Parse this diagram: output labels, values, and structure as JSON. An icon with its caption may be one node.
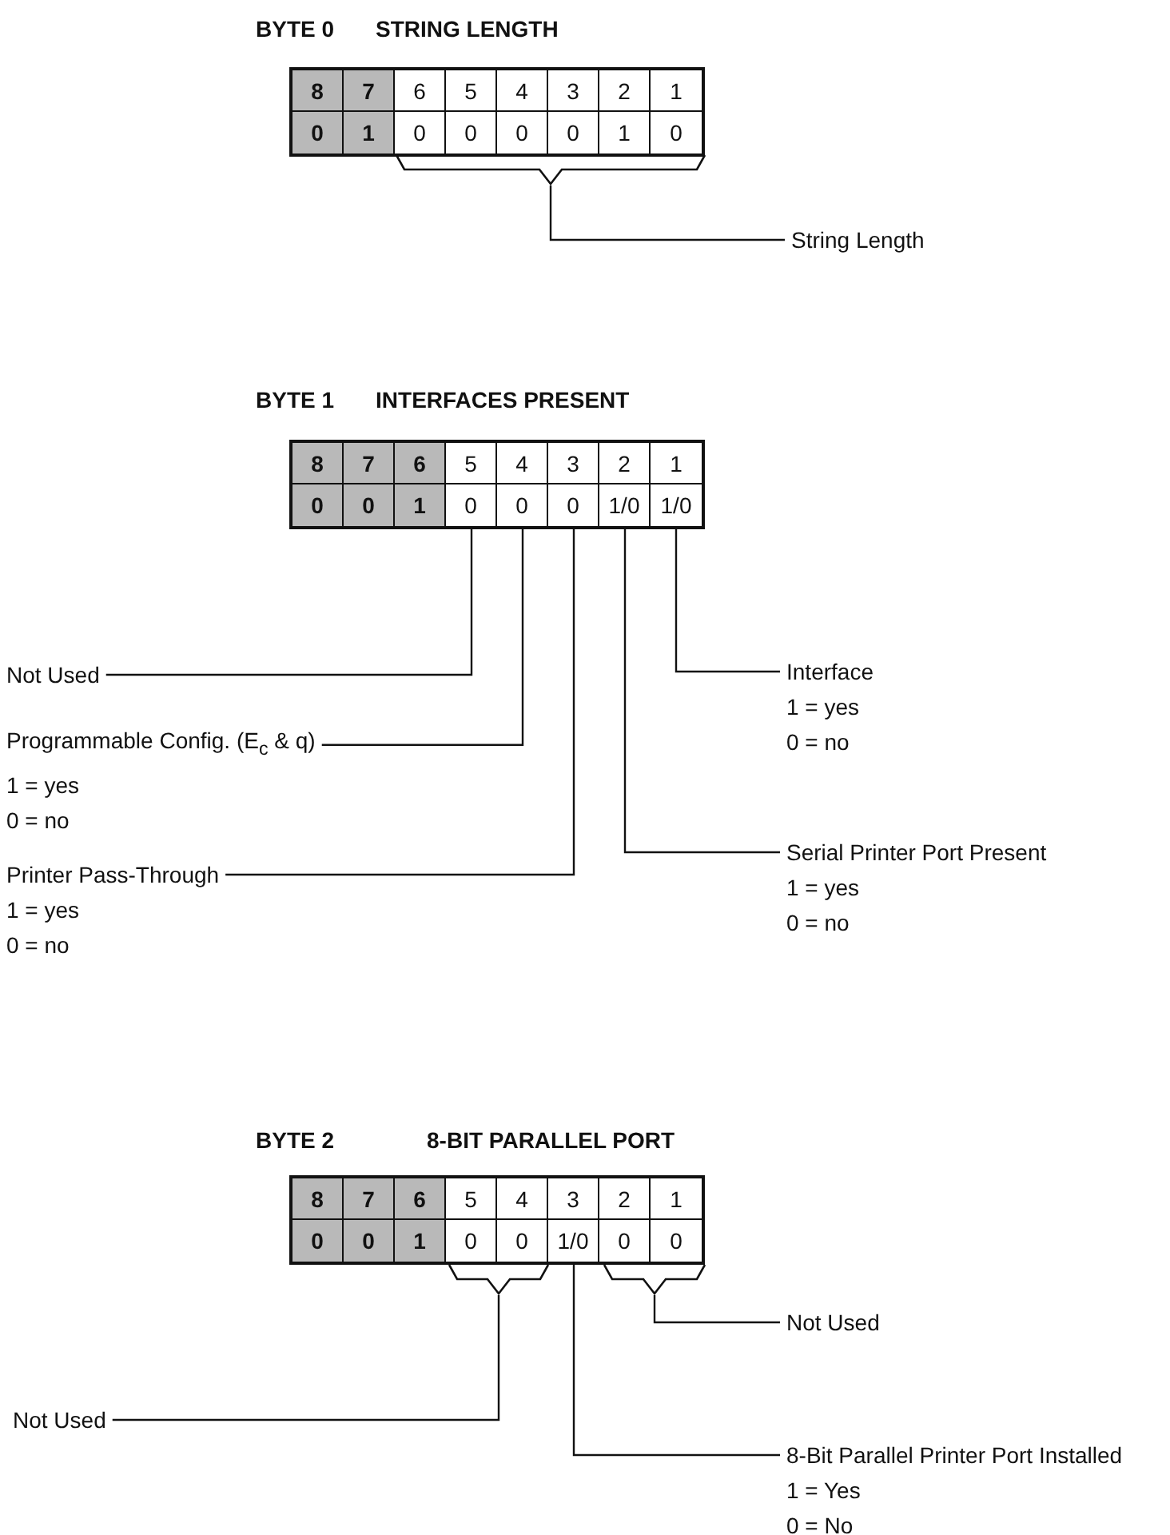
{
  "diagram": {
    "nodes": [
      {
        "text": [
          "BYTE 0",
          "STRING LENGTH"
        ]
      },
      {
        "text": [
          "8",
          "0"
        ],
        "in": 0
      },
      {
        "text": [
          "7",
          "1"
        ],
        "in": 0
      },
      {
        "text": [
          "6",
          "0"
        ],
        "in": 0
      },
      {
        "text": [
          "5",
          "0"
        ],
        "in": 0
      },
      {
        "text": [
          "4",
          "0"
        ],
        "in": 0
      },
      {
        "text": [
          "3",
          "0"
        ],
        "in": 0
      },
      {
        "text": [
          "2",
          "1"
        ],
        "in": 0
      },
      {
        "text": [
          "1",
          "0"
        ],
        "in": 0
      },
      {
        "text": [],
        "shape": "bracket"
      },
      {
        "text": [
          "String Length"
        ]
      },
      {
        "text": [
          "BYTE 1",
          "INTERFACES PRESENT"
        ]
      },
      {
        "text": [
          "8",
          "0"
        ],
        "in": 11
      },
      {
        "text": [
          "7",
          "0"
        ],
        "in": 11
      },
      {
        "text": [
          "6",
          "1"
        ],
        "in": 11
      },
      {
        "text": [
          "5",
          "0"
        ],
        "in": 11
      },
      {
        "text": [
          "4",
          "0"
        ],
        "in": 11
      },
      {
        "text": [
          "3",
          "0"
        ],
        "in": 11
      },
      {
        "text": [
          "2",
          "1/0"
        ],
        "in": 11
      },
      {
        "text": [
          "1",
          "1/0"
        ],
        "in": 11
      },
      {
        "text": [
          "Not Used"
        ]
      },
      {
        "text": [
          "Programmable Config. (E$_{c}$ & q)",
          "1 = yes",
          "0 = no"
        ]
      },
      {
        "text": [
          "Printer Pass-Through",
          "1 = yes",
          "0 = no"
        ]
      },
      {
        "text": [
          "Interface",
          "1 = yes",
          "0 = no"
        ]
      },
      {
        "text": [
          "Serial Printer Port Present",
          "1 = yes",
          "0 = no"
        ]
      },
      {
        "text": [
          "BYTE 2",
          "8-BIT PARALLEL PORT"
        ]
      },
      {
        "text": [
          "8",
          "0"
        ],
        "in": 25
      },
      {
        "text": [
          "7",
          "0"
        ],
        "in": 25
      },
      {
        "text": [
          "6",
          "1"
        ],
        "in": 25
      },
      {
        "text": [
          "5",
          "0"
        ],
        "in": 25
      },
      {
        "text": [
          "4",
          "0"
        ],
        "in": 25
      },
      {
        "text": [
          "3",
          "1/0"
        ],
        "in": 25
      },
      {
        "text": [
          "2",
          "0"
        ],
        "in": 25
      },
      {
        "text": [
          "1",
          "0"
        ],
        "in": 25
      },
      {
        "text": [],
        "shape": "bracket"
      },
      {
        "text": [],
        "shape": "bracket"
      },
      {
        "text": [
          "Not Used"
        ]
      },
      {
        "text": [
          "Not Used"
        ]
      },
      {
        "text": [
          "8-Bit Parallel Printer Port Installed",
          "1 = Yes",
          "0 = No"
        ]
      }
    ],
    "edges": [
      {
        "from": 10,
        "to": 9,
        "arrow": "none"
      },
      {
        "from": 20,
        "to": 15,
        "arrow": "none"
      },
      {
        "from": 21,
        "to": 16,
        "arrow": "none"
      },
      {
        "from": 22,
        "to": 17,
        "arrow": "none"
      },
      {
        "from": 23,
        "to": 19,
        "arrow": "none"
      },
      {
        "from": 24,
        "to": 18,
        "arrow": "none"
      },
      {
        "from": 36,
        "to": 34,
        "arrow": "none"
      },
      {
        "from": 37,
        "to": 35,
        "arrow": "none"
      },
      {
        "from": 38,
        "to": 31,
        "arrow": "none"
      }
    ]
  }
}
